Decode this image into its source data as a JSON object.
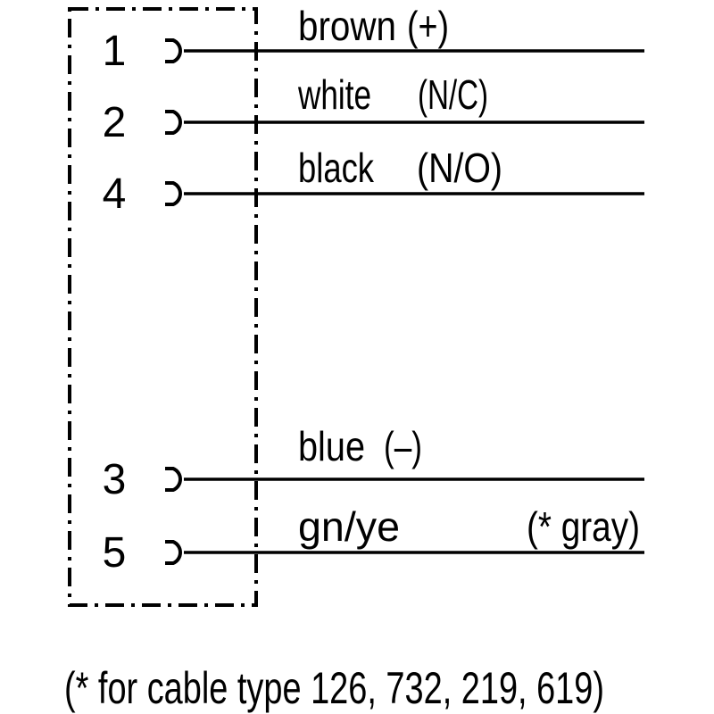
{
  "diagram": {
    "title": "connector-pin-assignment",
    "colors": {
      "ink": "#000000",
      "background": "#ffffff"
    },
    "icons": {
      "pin_contact": "socket-contact-icon",
      "connector_outline": "dash-dot-box"
    },
    "wires": [
      {
        "pin": "1",
        "color": "brown",
        "function": "(+)"
      },
      {
        "pin": "2",
        "color": "white",
        "function": "(N/C)"
      },
      {
        "pin": "4",
        "color": "black",
        "function": "(N/O)"
      },
      {
        "pin": "3",
        "color": "blue",
        "function": "(–)"
      },
      {
        "pin": "5",
        "color": "gn/ye",
        "function": "(* gray)"
      }
    ],
    "footnote": "(* for cable type 126, 732, 219, 619)"
  }
}
